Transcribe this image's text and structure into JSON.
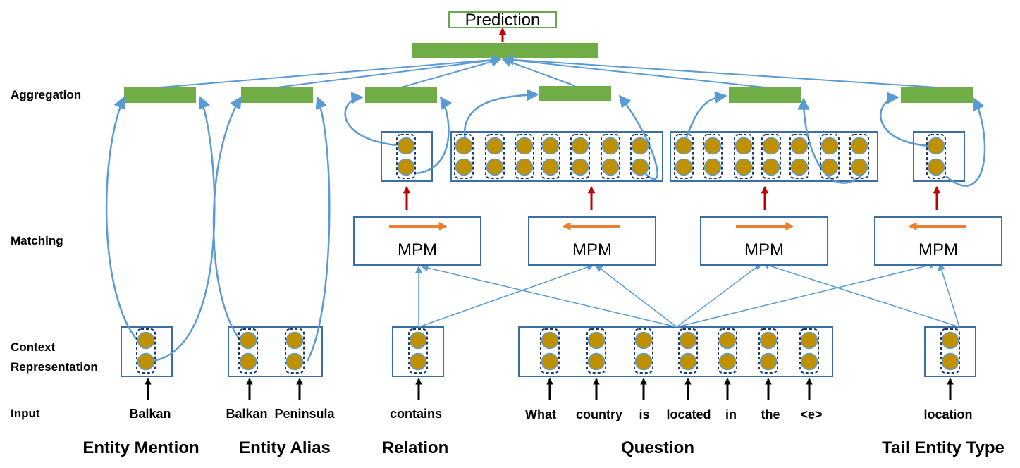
{
  "prediction_label": "Prediction",
  "row_labels": {
    "aggregation": "Aggregation",
    "matching": "Matching",
    "context_line1": "Context",
    "context_line2": "Representation",
    "input": "Input"
  },
  "inputs": {
    "entity_mention": [
      "Balkan"
    ],
    "entity_alias": [
      "Balkan",
      "Peninsula"
    ],
    "relation": [
      "contains"
    ],
    "question": [
      "What",
      "country",
      "is",
      "located",
      "in",
      "the",
      "<e>"
    ],
    "tail_entity_type": [
      "location"
    ]
  },
  "group_titles": {
    "entity_mention": "Entity Mention",
    "entity_alias": "Entity Alias",
    "relation": "Relation",
    "question": "Question",
    "tail_entity_type": "Tail Entity Type"
  },
  "mpm_label": "MPM",
  "mpm_directions": [
    "right",
    "left",
    "right",
    "left"
  ],
  "colors": {
    "aggregation_bar": "#70ad47",
    "box_border": "#3a6ea5",
    "link": "#5b9bd5",
    "node_fill": "#bf9000",
    "match_arrow": "#c00000",
    "direction_arrow": "#ed7d31",
    "input_arrow": "#000000"
  }
}
